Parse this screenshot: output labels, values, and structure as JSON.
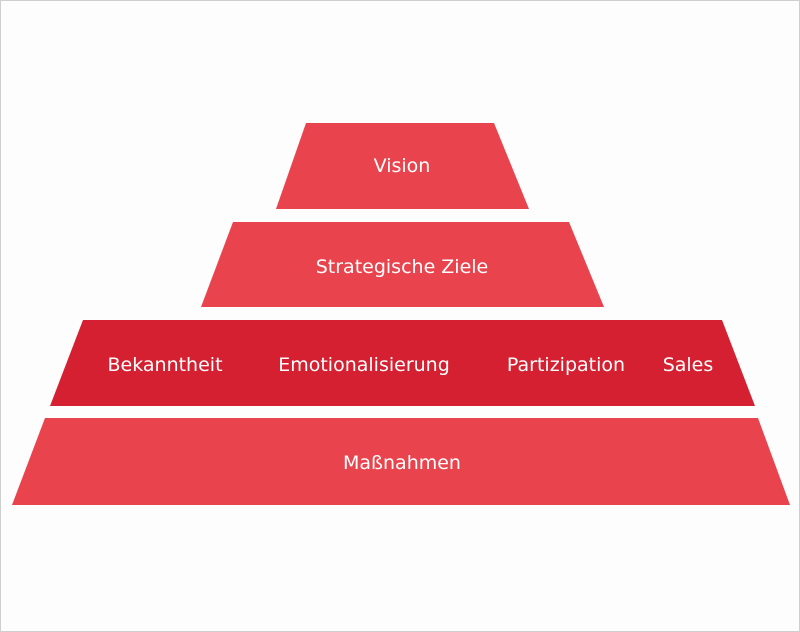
{
  "diagram": {
    "levels": [
      {
        "id": "vision",
        "label": "Vision"
      },
      {
        "id": "strategic-goals",
        "label": "Strategische Ziele"
      },
      {
        "id": "goals",
        "items": [
          "Bekanntheit",
          "Emotionalisierung",
          "Partizipation",
          "Sales"
        ]
      },
      {
        "id": "measures",
        "label": "Maßnahmen"
      }
    ],
    "colors": {
      "tier_light": "#e9444d",
      "tier_dark": "#d42030",
      "text": "#ffffff"
    }
  }
}
